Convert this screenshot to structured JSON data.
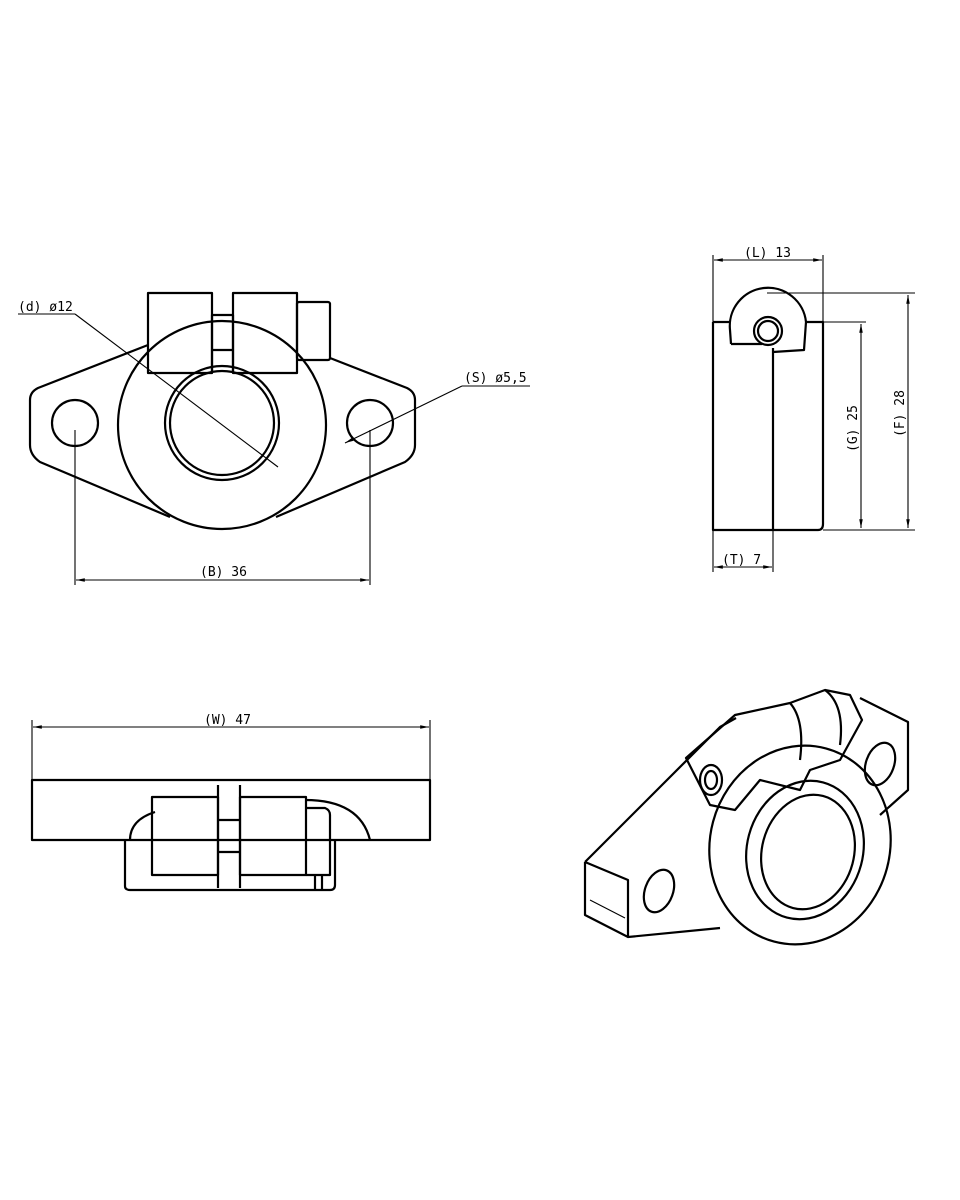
{
  "drawing": {
    "front_view": {
      "bore_label": "(d) ø12",
      "hole_label": "(S) ø5,5",
      "hole_spacing_label": "(B) 36"
    },
    "side_view": {
      "length_label": "(L) 13",
      "thickness_label": "(T) 7",
      "center_height_label": "(G) 25",
      "overall_height_label": "(F) 28"
    },
    "bottom_view": {
      "width_label": "(W) 47"
    },
    "isometric_view": {}
  }
}
